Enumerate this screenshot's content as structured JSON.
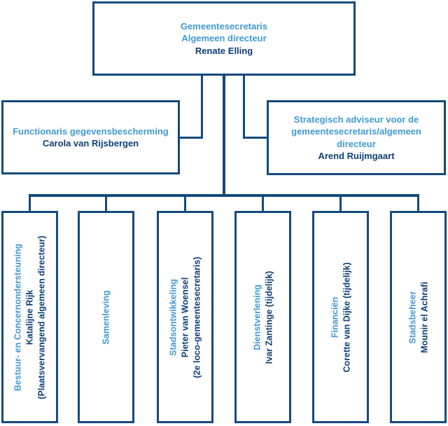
{
  "colors": {
    "line_and_border": "#154a7d",
    "role_text_light_blue": "#4299d3",
    "name_text_dark_navy": "#0e3f74",
    "background": "#ffffff"
  },
  "chart": {
    "root": {
      "role_line1": "Gemeentesecretaris",
      "role_line2": "Algemeen directeur",
      "name": "Renate Elling"
    },
    "staff_left": {
      "role": "Functionaris gegevensbescherming",
      "name": "Carola van Rijsbergen"
    },
    "staff_right": {
      "role": "Strategisch adviseur voor de gemeentesecretaris/algemeen directeur",
      "name": "Arend Ruijmgaart"
    },
    "departments": [
      {
        "title": "Bestuur- en Concernondersteuning",
        "name": "Katalijne Rijk",
        "note": "(Plaatsvervangend algemeen directeur)"
      },
      {
        "title": "Samenleving",
        "name": "",
        "note": ""
      },
      {
        "title": "Stadsontwikkeling",
        "name": "Pieter van Woensel",
        "note": "(2e loco-gemeentesecretaris)"
      },
      {
        "title": "Dienstverlening",
        "name": "Ivar Zantinge (tijdelijk)",
        "note": ""
      },
      {
        "title": "Financiën",
        "name": "Corette van Dijke (tijdelijk)",
        "note": ""
      },
      {
        "title": "Stadsbeheer",
        "name": "Mounir el Achrafi",
        "note": ""
      }
    ]
  }
}
